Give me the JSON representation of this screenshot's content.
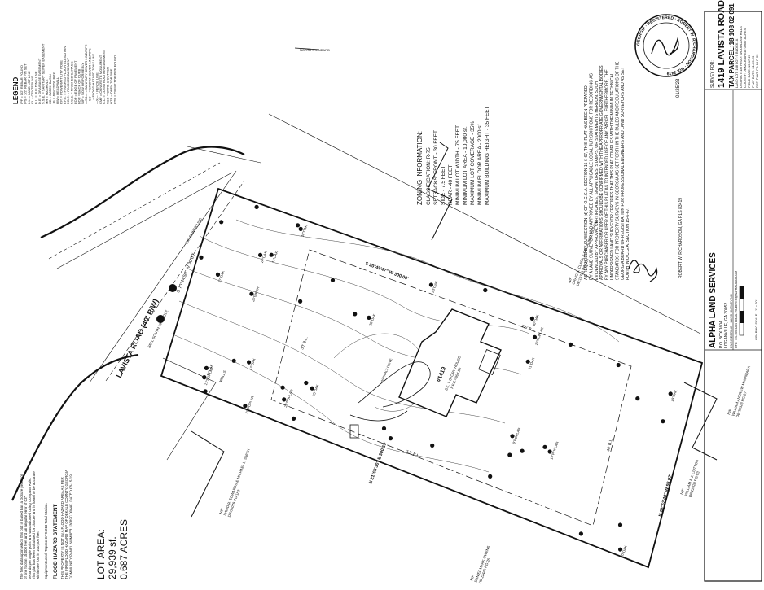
{
  "legend": {
    "title": "LEGEND",
    "items": [
      "IPF = 1/2\" REBAR FOUND",
      "IPS = 1/2\" REBAR PIN SET",
      "L.L. = LAND LOT LINE",
      "CL = CENTERLINE",
      "B.L. = BUILDING LINE",
      "D.E. = DRAINAGE EASEMENT",
      "S.S.E. = SANITARY SEWER EASEMENT",
      "MH = MANHOLE",
      "CB = CATCH BASIN",
      "JB = JUNCTION BOX",
      "HW = HEADWALL",
      "P.P. = POWER/UTILITY POLE",
      "F.F.E. = FINISHED FLOOR ELEVATION",
      "F.B.E. = FINISHED BASEMENT",
      "F.G.E. = FINISHED GARAGE",
      "EOP = EDGE OF PAVEMENT",
      "BOC = BACK OF CURB",
      "N/F = NOW OR FORMERLY",
      "—SS— = SANITARY SEWER LINE/PIPE",
      "—SD— = STORM SEWER LINE/PIPE",
      "— = FLOOD HAZARD ZONE LINE",
      "—X— = FENCE LINE",
      "CMF = CONCRETE MONUMENT",
      "C.L. = CONSTRUCTION EASEMENT",
      "C&G = CURB & GUTTER",
      "OTP = OPEN TOP PIPE",
      "CTP = CRIMP TOP PIPE FOUND"
    ]
  },
  "north_arrow": "NORTH STANDARD",
  "zoning": {
    "title": "ZONING INFORMATION:",
    "lines": [
      "CLASSIFICATION: R-75",
      "SETBACKS: FRONT - 30 FEET",
      "SIDE - 7.5 FEET",
      "REAR - 40 FEET",
      "MINIMUM LOT WIDTH - 75 FEET",
      "MINIMUM LOT AREA - 10,000 sf.",
      "MAXIMUM LOT COVERAGE - 35%",
      "MINIMUM FLOOR AREA - 2000 sf.",
      "MAXIMUM BUILDING HEIGHT - 35 FEET"
    ]
  },
  "certification": [
    "AS REQUIRED BY SUBSECTION (d) OF O.C.G.A. SECTION 15-6-67, THIS PLAT HAS BEEN PREPARED",
    "BY A LAND SURVEYOR AND APPROVED BY ALL APPLICABLE LOCAL JURISDICTIONS FOR RECORDING AS",
    "EVIDENCED BY APPROVAL CERTIFICATES, SIGNATURES, STAMPS, OR STATEMENTS HEREON. SUCH",
    "APPROVALS OR AFFIRMATIONS SHOULD BE CONFIRMED WITH THE APPROPRIATE GOVERNMENTAL BODIES",
    "BY ANY PURCHASER OR USER OF THIS PLAT AS TO INTENDED USE OF ANY PARCEL. FURTHERMORE, THE",
    "UNDERSIGNED LAND SURVEYOR CERTIFIES THAT THIS PLAT COMPLIES WITH THE MINIMUM TECHNICAL",
    "STANDARDS FOR PROPERTY SURVEYS IN GEORGIA AS SET FORTH IN THE RULES AND REGULATIONS OF THE",
    "GEORGIA BOARD OF REGISTRATION FOR PROFESSIONAL ENGINEERS AND LAND SURVEYORS AND AS SET",
    "FORTH IN O.C.G.A. SECTION 15-6-67."
  ],
  "surveyor_sig": "ROBERT W. RICHARDSON, GA RLS 83419",
  "sig_date": "01/25/23",
  "seal_text": "GEORGIA · REGISTERED · ROBERT W. RICHARDSON · NO. 3419",
  "title_block": {
    "survey_for": "SURVEY FOR:",
    "address": "1419 LAVISTA ROAD",
    "tax_parcel": "TAX PARCEL:18 108 02 091",
    "company": "ALPHA LAND SERVICES",
    "company_addr": "P.O. BOX 1604",
    "company_city": "LOGANVILLE, GA 30052",
    "company_tag": "ENGINEERING · LAND SURVEYING",
    "company_contact": "OFC: 770-466-4244  EMAIL: ROBERTR@ALPHALAND.COM",
    "rows": [
      "LAND LOT: 108   LOT: 9   BLOCK: A",
      "DISTRICT: 18TH   S/D: WOODLAND HILLS",
      "COUNTY: DEKALB   AREA: 0.687 ACRES",
      "FIELD DATE: 12-17-21",
      "PLAT DATE: 01-25-23",
      "REF. PLAT: PB 18  P 55"
    ],
    "graphic_scale": "GRAPHIC SCALE - 1\" = 20'"
  },
  "road": {
    "name": "LAVISTA ROAD (40' R/W)",
    "sewer": "BELL SOUTH MANHOLE",
    "ex_sewer": "EX. SEWER LINE"
  },
  "house": {
    "label": "#1419",
    "desc": "EX. 1-STORY HOUSE",
    "ffe": "F.F.E.=904.50",
    "drive": "ASPHALT DRIVE",
    "walls": "WALLS"
  },
  "bearings": {
    "front": "S 70°44'50\" W 90.00'",
    "east": "S 20°49'47\" W 300.00'",
    "west": "N 21°03'30\" E 300.19'",
    "rear": "N 68°52'40\" W 98.97'",
    "bl_side_left": "7.5' B.L.",
    "bl_side_right": "7.5' B.L.",
    "bl_rear": "40' B.L.",
    "bl_front": "30' B.L."
  },
  "neighbors": {
    "north": [
      "N/F",
      "CRAIG S. CLARK & ROSALIN C. COHEN",
      "DB:10700 PG:266"
    ],
    "south": [
      "N/F",
      "DAVID R. EDWARDS & MICHAEL L. SMITH",
      "DB:05079 PG:183"
    ],
    "east": [
      "N/F",
      "WILLIAM ANDREW McNAMARA",
      "DB:20323 PG:07"
    ],
    "southeast": [
      "N/F",
      "WILLIAM & J. COTTON",
      "DB:22020 PG:03"
    ],
    "bottom": [
      "N/F",
      "DANIEL MARK OWENS",
      "DB:22446 PG:26"
    ]
  },
  "trees": [
    "24\"OAK",
    "16\"OAK",
    "25\"OAK",
    "30\"OAK",
    "22\"POPLAR",
    "18\"OAK",
    "20\"OAK",
    "26\"BIRCH",
    "19\"OAK",
    "21\"OAK",
    "15\"POPLAR",
    "12\"OAK",
    "36\"OAK",
    "17\"POPLAR",
    "28\"POPLAR",
    "14\"POPLAR",
    "11\"OAK",
    "23\"OAK",
    "27\"OAK",
    "9\"POPLAR"
  ],
  "field_note": [
    "The field data upon which this plat is based has a closure precision",
    "of one foot in 15,000 feet and an angular error of 03\"",
    "seconds per angle point and was adjusted using Compass Rule.",
    "This plat has been calculated for closure and is found to be accurate",
    "within one foot in 100,000 feet.",
    "",
    "Equipment used: Topcon GTS-213 Total Station."
  ],
  "flood": {
    "title": "FLOOD HAZARD STATEMENT",
    "lines": [
      "THIS PROPERTY IS NOT IN A FLOOD HAZARD AREA AS PER",
      "THE FIRM FLOOD HAZARD MAP OF DEKALB COUNTY, GEORGIA",
      "COMMUNITY PANEL NUMBER 13089C 0064K, DATED 08-15-19"
    ]
  },
  "lot_area": {
    "label": "LOT AREA:",
    "sf": "29,939 sf.",
    "acres": "0.687 ACRES"
  }
}
